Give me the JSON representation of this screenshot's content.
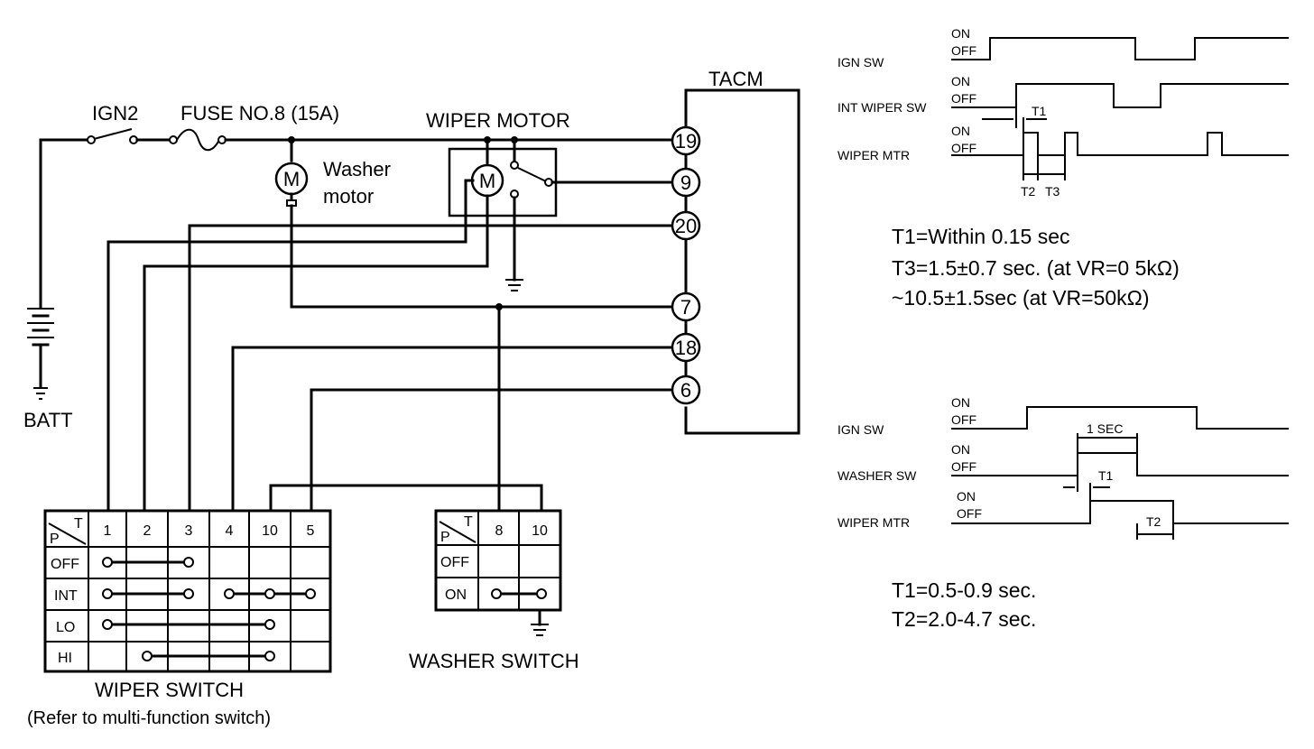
{
  "labels": {
    "ign2": "IGN2",
    "fuse": "FUSE NO.8 (15A)",
    "wiper_motor": "WIPER MOTOR",
    "washer_motor_1": "Washer",
    "washer_motor_2": "motor",
    "motor_symbol": "M",
    "batt": "BATT",
    "tacm": "TACM",
    "wiper_switch": "WIPER SWITCH",
    "wiper_switch_note": "(Refer to multi-function switch)",
    "washer_switch": "WASHER SWITCH"
  },
  "tacm_pins": [
    "19",
    "9",
    "20",
    "7",
    "18",
    "6"
  ],
  "wiper_switch_table": {
    "corner_p": "P",
    "corner_t": "T",
    "columns": [
      "1",
      "2",
      "3",
      "4",
      "10",
      "5"
    ],
    "rows": [
      "OFF",
      "INT",
      "LO",
      "HI"
    ]
  },
  "washer_switch_table": {
    "corner_p": "P",
    "corner_t": "T",
    "columns": [
      "8",
      "10"
    ],
    "rows": [
      "OFF",
      "ON"
    ]
  },
  "timing_1": {
    "signals": [
      "IGN SW",
      "INT WIPER SW",
      "WIPER MTR"
    ],
    "on": "ON",
    "off": "OFF",
    "marks": [
      "T1",
      "T2",
      "T3"
    ]
  },
  "timing_1_notes": [
    "T1=Within 0.15 sec",
    "T3=1.5±0.7 sec. (at VR=0 5kΩ)",
    "~10.5±1.5sec (at VR=50kΩ)"
  ],
  "timing_2": {
    "signals": [
      "IGN SW",
      "WASHER SW",
      "WIPER MTR"
    ],
    "on": "ON",
    "off": "OFF",
    "marks": [
      "1 SEC",
      "T1",
      "T2"
    ]
  },
  "timing_2_notes": [
    "T1=0.5-0.9 sec.",
    "T2=2.0-4.7 sec."
  ]
}
